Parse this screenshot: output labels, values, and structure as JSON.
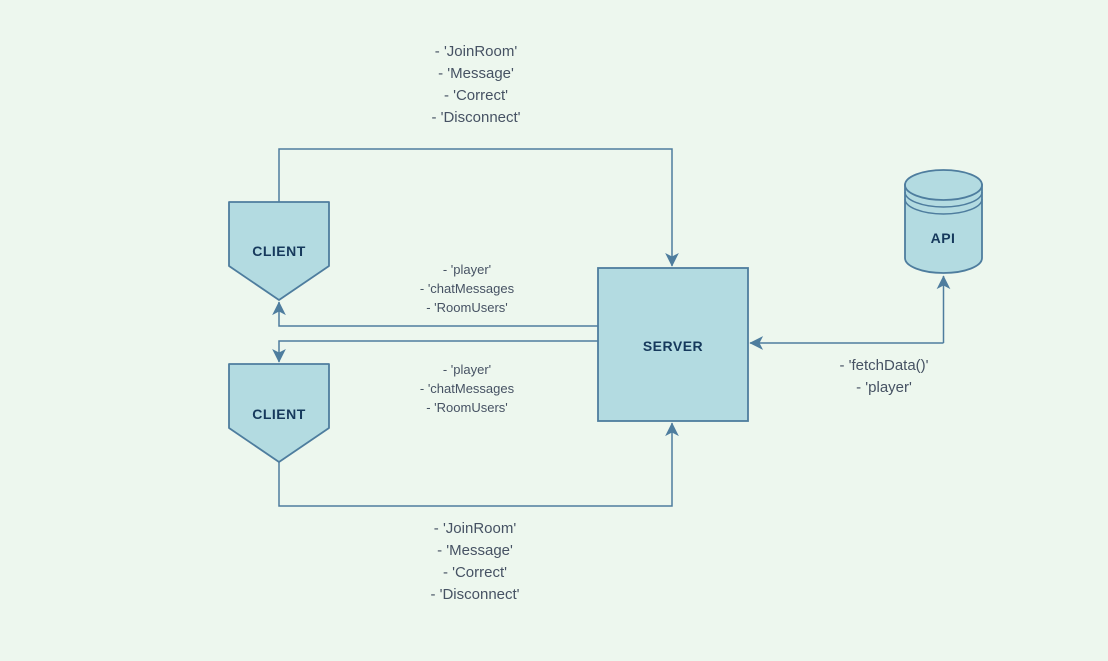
{
  "colors": {
    "background": "#edf7ee",
    "shape_fill": "#b3dbe1",
    "shape_stroke": "#4e7d9e",
    "connector": "#4e7d9e",
    "node_label": "#16395c",
    "annotation_text": "#465263"
  },
  "nodes": {
    "client_top": {
      "label": "CLIENT"
    },
    "client_bottom": {
      "label": "CLIENT"
    },
    "server": {
      "label": "SERVER"
    },
    "api": {
      "label": "API"
    }
  },
  "annotations": {
    "client_top_to_server": {
      "lines": [
        "- 'JoinRoom'",
        "- 'Message'",
        "- 'Correct'",
        "- 'Disconnect'"
      ]
    },
    "server_to_client_top": {
      "lines": [
        "- 'player'",
        "- 'chatMessages",
        "- 'RoomUsers'"
      ]
    },
    "server_to_client_bottom": {
      "lines": [
        "- 'player'",
        "- 'chatMessages",
        "- 'RoomUsers'"
      ]
    },
    "client_bottom_to_server": {
      "lines": [
        "- 'JoinRoom'",
        "- 'Message'",
        "- 'Correct'",
        "- 'Disconnect'"
      ]
    },
    "server_api": {
      "lines": [
        "- 'fetchData()'",
        "- 'player'"
      ]
    }
  }
}
